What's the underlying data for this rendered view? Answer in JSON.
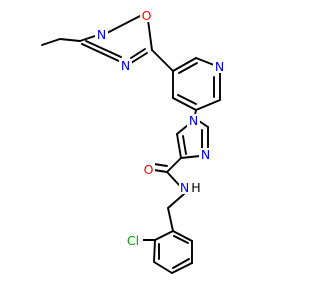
{
  "diagram": {
    "type": "chemical-structure",
    "atom_labels": {
      "o_oxadiazole": "O",
      "n_oxadiazole_top": "N",
      "n_oxadiazole_bottom": "N",
      "n_pyridine": "N",
      "n_imidazole_1": "N",
      "n_imidazole_3": "N",
      "o_carbonyl": "O",
      "n_amide": "N",
      "h_amide": "H",
      "cl": "Cl"
    },
    "colors": {
      "bond": "#000000",
      "oxygen": "#ff0000",
      "nitrogen": "#0000ff",
      "chlorine": "#00aa00",
      "hydrogen": "#000000"
    }
  }
}
